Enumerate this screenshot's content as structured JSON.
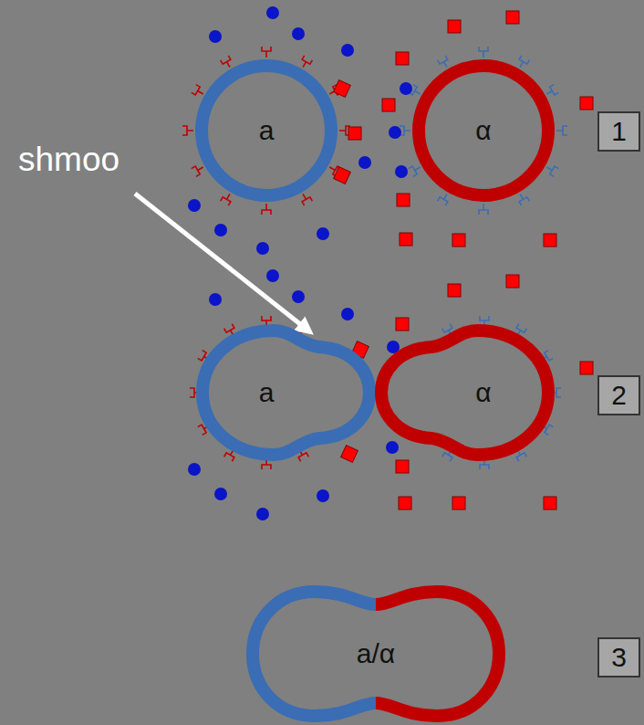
{
  "diagram": {
    "nodes": [
      {
        "text": [
          "a"
        ]
      },
      {
        "text": [
          "α"
        ]
      },
      {
        "text": [
          "a"
        ]
      },
      {
        "text": [
          "α"
        ]
      },
      {
        "text": [
          "a/α"
        ]
      }
    ],
    "labels": [
      "shmoo",
      "1",
      "2",
      "3"
    ]
  }
}
